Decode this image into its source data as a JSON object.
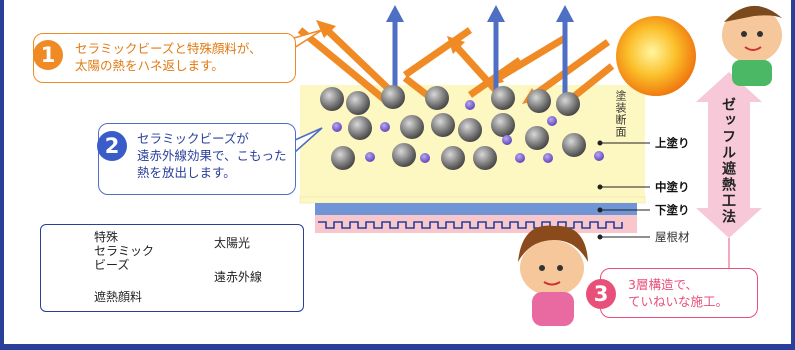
{
  "callouts": {
    "c1": {
      "number": "1",
      "text": "セラミックビーズと特殊顔料が、\n太陽の熱をハネ返します。"
    },
    "c2": {
      "number": "2",
      "text": "セラミックビーズが\n遠赤外線効果で、こもった\n熱を放出します。"
    },
    "c3": {
      "number": "3",
      "text": "3層構造で、\nていねいな施工。"
    }
  },
  "section_label": "塗装断面",
  "layers": {
    "top": "上塗り",
    "middle": "中塗り",
    "bottom": "下塗り",
    "roof": "屋根材"
  },
  "method": "ゼッフル遮熱工法",
  "legend": {
    "beads": "特殊\nセラミック\nビーズ",
    "pigment": "遮熱顔料",
    "sunlight": "太陽光",
    "infrared": "遠赤外線"
  },
  "colors": {
    "orange": "#f08a24",
    "blue": "#4f6fc4",
    "pink": "#e8507a",
    "navy": "#2a3f9a",
    "coating": "#fdf7c2",
    "roof": "#f7c7cc",
    "lower": "#6f95d6"
  }
}
